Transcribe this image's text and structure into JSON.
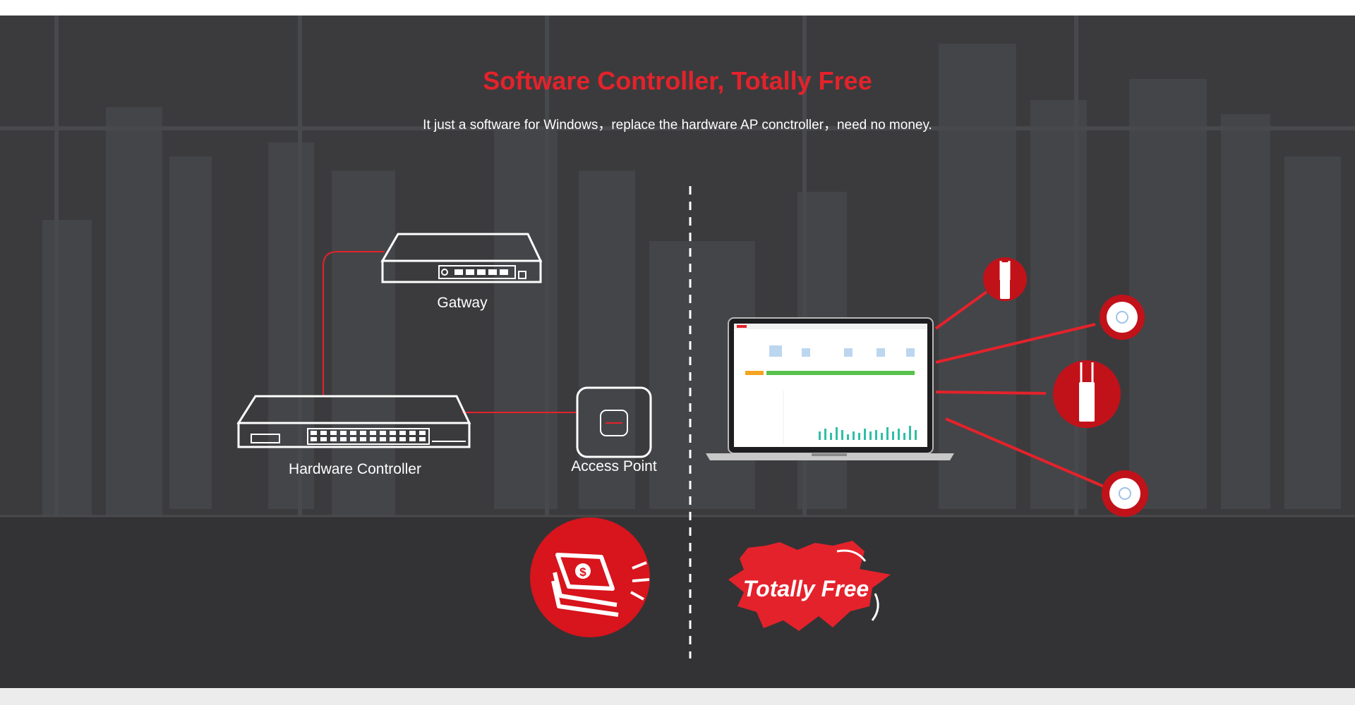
{
  "hero": {
    "title": "Software Controller, Totally Free",
    "subtitle": "It just a software for Windows，replace the hardware AP conctroller，need no money."
  },
  "diagram": {
    "gateway_label": "Gatway",
    "hardware_controller_label": "Hardware Controller",
    "access_point_label": "Access Point",
    "free_badge_text": "Totally Free"
  },
  "colors": {
    "accent_red": "#e4222b",
    "background": "#3a3a3a",
    "text_white": "#ffffff"
  },
  "icons": [
    "gateway-router-icon",
    "switch-icon",
    "access-point-icon",
    "money-icon",
    "laptop-icon",
    "outdoor-ap-icon",
    "ceiling-ap-icon"
  ]
}
